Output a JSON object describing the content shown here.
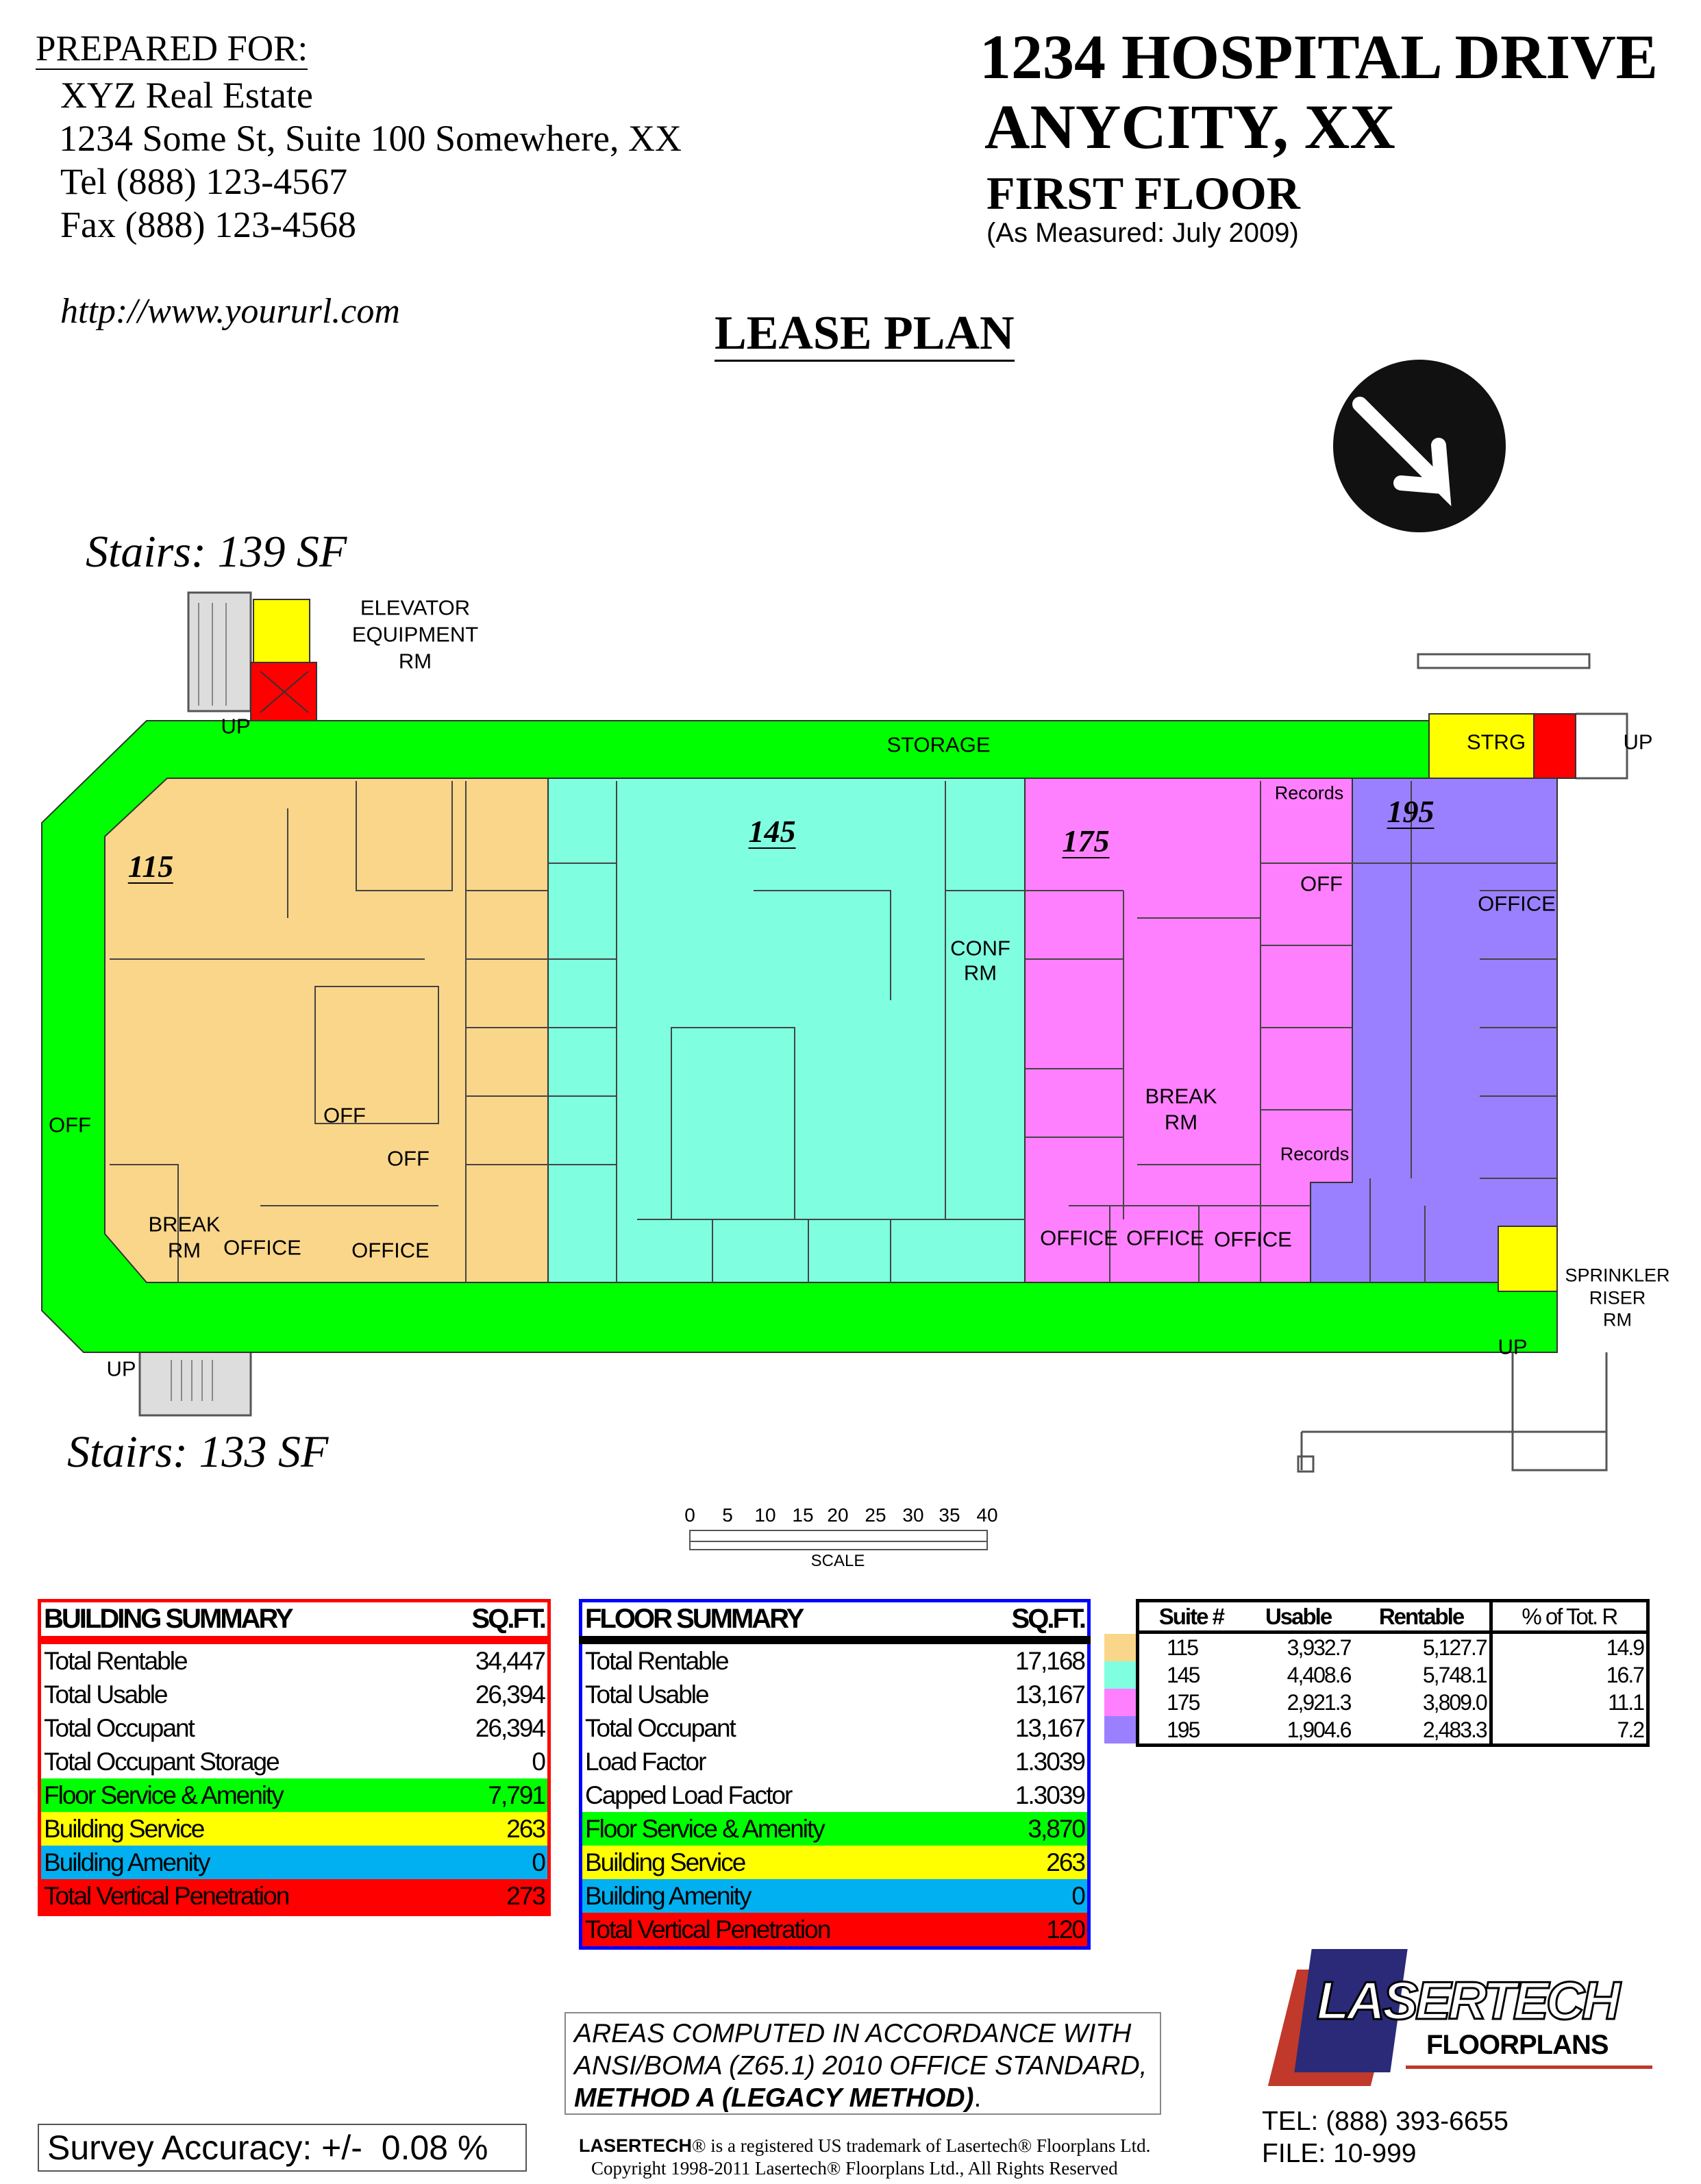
{
  "prepared_for": {
    "heading": "PREPARED FOR:",
    "company": "XYZ Real Estate",
    "address": "1234 Some St, Suite 100  Somewhere, XX",
    "tel": "Tel  (888) 123-4567",
    "fax": "Fax (888) 123-4568",
    "url": "http://www.yoururl.com"
  },
  "property": {
    "address_line1": "1234 HOSPITAL DRIVE",
    "address_line2": "ANYCITY, XX",
    "floor": "FIRST FLOOR",
    "measured": "(As Measured:  July 2009)"
  },
  "plan_title": "LEASE PLAN",
  "colors": {
    "suite_115": "#FAD68A",
    "suite_145": "#80FFE0",
    "suite_175": "#FF80FF",
    "suite_195": "#9A80FF",
    "floor_service": "#00FF00",
    "building_service": "#FFFF00",
    "building_amenity": "#00B0F0",
    "vertical_penetration": "#FF0000"
  },
  "plan": {
    "stairs_top": "Stairs:  139 SF",
    "stairs_bottom": "Stairs: 133 SF",
    "elevator_rm": [
      "ELEVATOR",
      "EQUIPMENT",
      "RM"
    ],
    "suites": [
      "115",
      "145",
      "175",
      "195"
    ],
    "storage": "STORAGE",
    "conf_rm": [
      "CONF",
      "RM"
    ],
    "office": "OFFICE",
    "off": "OFF",
    "records": "Records",
    "break_rm": [
      "BREAK",
      "RM"
    ],
    "strg": "STRG",
    "up": "UP",
    "sprinkler_rm": [
      "SPRINKLER",
      "RISER",
      "RM"
    ]
  },
  "scale": {
    "ticks": [
      "0",
      "5",
      "10",
      "15",
      "20",
      "25",
      "30",
      "35",
      "40"
    ],
    "label": "SCALE"
  },
  "building_summary": {
    "title": "BUILDING SUMMARY",
    "unit": "SQ.FT.",
    "rows": [
      {
        "label": "Total Rentable",
        "value": "34,447"
      },
      {
        "label": "Total Usable",
        "value": "26,394"
      },
      {
        "label": "Total Occupant",
        "value": "26,394"
      },
      {
        "label": "Total Occupant Storage",
        "value": "0"
      },
      {
        "label": "Floor Service & Amenity",
        "value": "7,791"
      },
      {
        "label": "Building Service",
        "value": "263"
      },
      {
        "label": "Building Amenity",
        "value": "0"
      },
      {
        "label": "Total Vertical Penetration",
        "value": "273"
      }
    ]
  },
  "floor_summary": {
    "title": "FLOOR SUMMARY",
    "unit": "SQ.FT.",
    "rows": [
      {
        "label": "Total Rentable",
        "value": "17,168"
      },
      {
        "label": "Total Usable",
        "value": "13,167"
      },
      {
        "label": "Total Occupant",
        "value": "13,167"
      },
      {
        "label": "Load Factor",
        "value": "1.3039"
      },
      {
        "label": "Capped Load Factor",
        "value": "1.3039"
      },
      {
        "label": "Floor Service & Amenity",
        "value": "3,870"
      },
      {
        "label": "Building Service",
        "value": "263"
      },
      {
        "label": "Building Amenity",
        "value": "0"
      },
      {
        "label": "Total Vertical Penetration",
        "value": "120"
      }
    ]
  },
  "suite_table": {
    "headers": [
      "Suite #",
      "Usable",
      "Rentable",
      "% of Tot. R"
    ],
    "rows": [
      {
        "suite": "115",
        "usable": "3,932.7",
        "rentable": "5,127.7",
        "pct": "14.9"
      },
      {
        "suite": "145",
        "usable": "4,408.6",
        "rentable": "5,748.1",
        "pct": "16.7"
      },
      {
        "suite": "175",
        "usable": "2,921.3",
        "rentable": "3,809.0",
        "pct": "11.1"
      },
      {
        "suite": "195",
        "usable": "1,904.6",
        "rentable": "2,483.3",
        "pct": "7.2"
      }
    ]
  },
  "note": [
    "AREAS COMPUTED IN ACCORDANCE WITH",
    "ANSI/BOMA (Z65.1) 2010 OFFICE STANDARD,",
    "METHOD A (LEGACY METHOD)",
    "."
  ],
  "survey_accuracy": {
    "label": "Survey Accuracy:  +/-",
    "value": "0.08 %"
  },
  "trademark": {
    "brand": "LASERTECH",
    "line1": "® is a registered US trademark of Lasertech® Floorplans Ltd.",
    "line2": "Copyright 1998-2011 Lasertech® Floorplans Ltd., All Rights Reserved"
  },
  "logo": {
    "text1": "LASERTECH",
    "text2": "FLOORPLANS"
  },
  "contact": {
    "tel": "TEL:   (888) 393-6655",
    "file": "FILE:  10-999"
  }
}
